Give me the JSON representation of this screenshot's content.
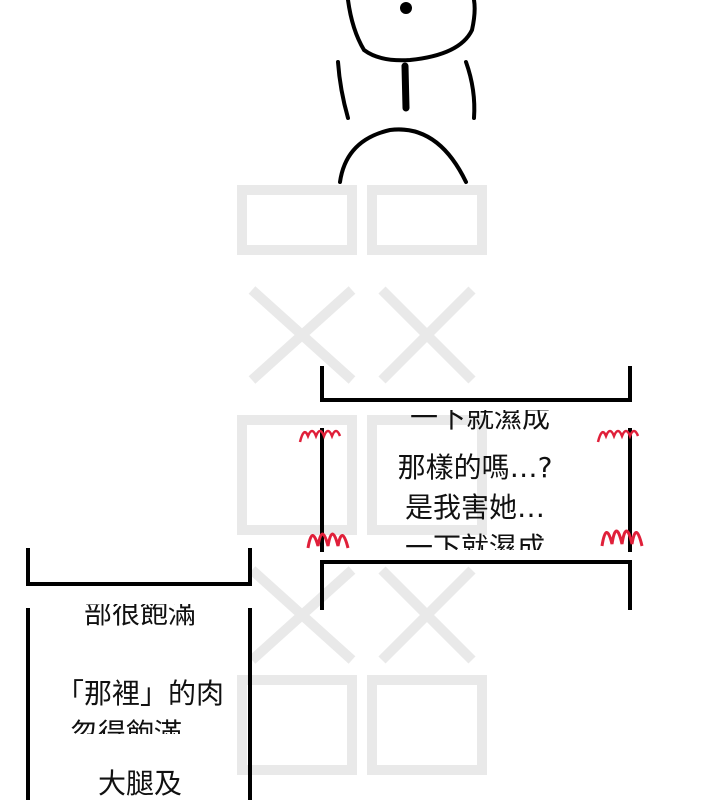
{
  "colors": {
    "ink": "#111111",
    "frame": "#000000",
    "accent_red": "#e0203a",
    "paper": "#ffffff"
  },
  "panel_right": {
    "cut_top_line": "一下就濕成",
    "lines": [
      "那樣的嗎…?",
      "是我害她…",
      "一下就濕成"
    ]
  },
  "panel_left": {
    "cut_top_line": "部很飽滿",
    "lines": [
      "「那裡」的肉",
      "忽得飽滿…",
      "大腿及"
    ]
  },
  "icons": {
    "top_art": "figure-outline-icon",
    "accent": "pink-scribble-icon",
    "watermark": "watermark-pattern"
  }
}
